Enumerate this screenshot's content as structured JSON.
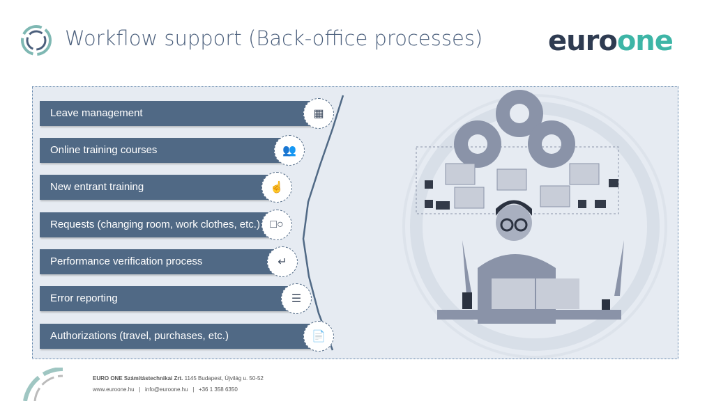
{
  "header": {
    "title": "Workflow support (Back-office processes)",
    "logo_part1": "euro",
    "logo_part2": "one"
  },
  "items": [
    {
      "label": "Leave management",
      "icon": "building-icon"
    },
    {
      "label": "Online training courses",
      "icon": "group-icon"
    },
    {
      "label": "New entrant training",
      "icon": "hand-person-icon"
    },
    {
      "label": "Requests (changing room, work clothes, etc.)",
      "icon": "flowchart-icon"
    },
    {
      "label": "Performance verification process",
      "icon": "return-arrow-icon"
    },
    {
      "label": "Error reporting",
      "icon": "list-icon"
    },
    {
      "label": "Authorizations (travel, purchases, etc.)",
      "icon": "document-chart-icon"
    }
  ],
  "footer": {
    "company": "EURO ONE Számítástechnikai Zrt.",
    "address": "1145 Budapest, Újvilág u. 50-52",
    "web": "www.euroone.hu",
    "email": "info@euroone.hu",
    "phone": "+36 1 358 6350",
    "sep": "|"
  }
}
